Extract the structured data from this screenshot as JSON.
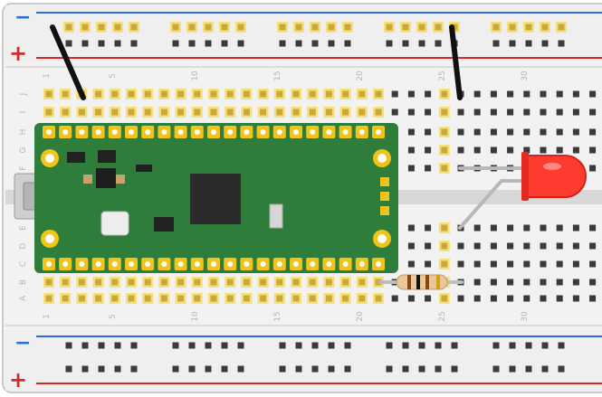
{
  "rails": {
    "minus_label": "−",
    "plus_label": "+"
  },
  "column_numbers": [
    "1",
    "5",
    "10",
    "15",
    "20",
    "25",
    "30"
  ],
  "row_letters_top": [
    "J",
    "I",
    "H",
    "G",
    "F"
  ],
  "row_letters_bottom": [
    "E",
    "D",
    "C",
    "B",
    "A"
  ],
  "colors": {
    "board": "#f2f2f2",
    "hole": "#3a3a3a",
    "hole_highlight": "#f5e07a",
    "rail_minus": "#2a6fd1",
    "rail_plus": "#d92a2a",
    "pcb": "#2f7d3a",
    "pad": "#f0c419",
    "led": "#ff3b2f",
    "wire": "#111111"
  },
  "components": {
    "microcontroller": "pico-board-icon",
    "led": "red-led-icon",
    "resistor": "resistor-icon",
    "wires": "jumper-wire-icon"
  }
}
